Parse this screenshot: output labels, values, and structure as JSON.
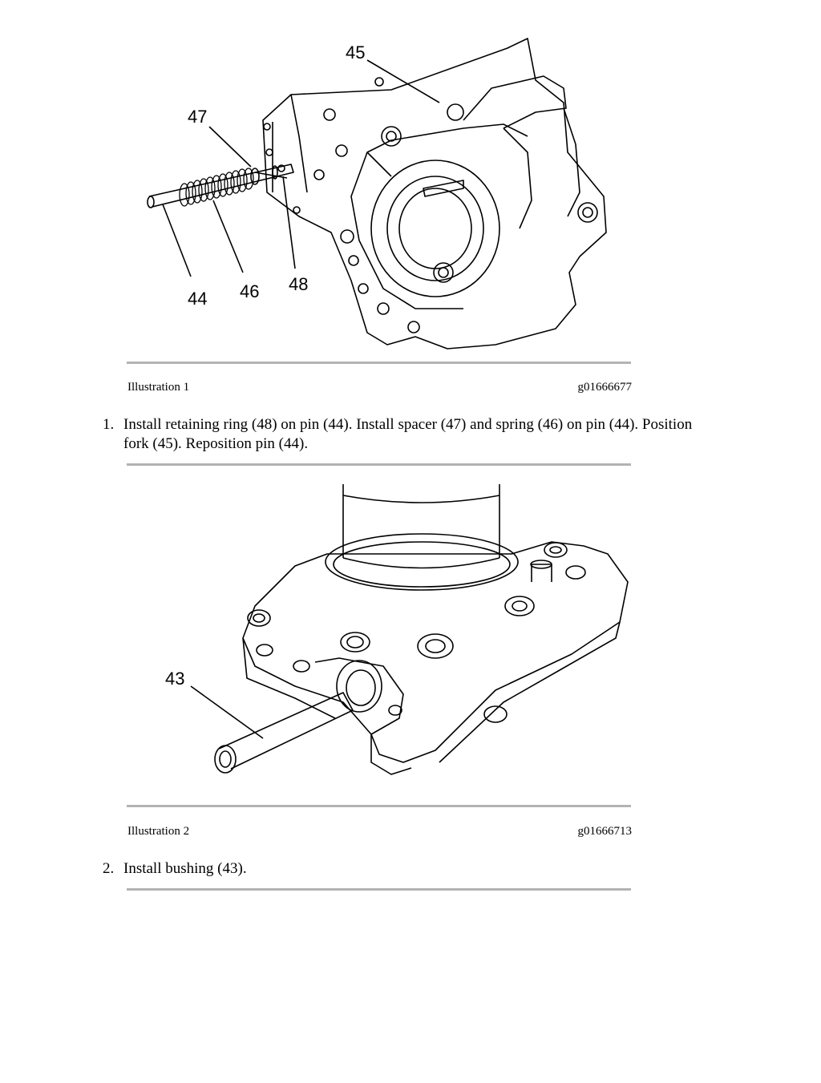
{
  "illustrations": [
    {
      "caption": "Illustration 1",
      "code": "g01666677",
      "callouts": [
        "45",
        "47",
        "44",
        "46",
        "48"
      ]
    },
    {
      "caption": "Illustration 2",
      "code": "g01666713",
      "callouts": [
        "43"
      ]
    }
  ],
  "steps": [
    {
      "number": "1.",
      "text": "Install retaining ring (48) on pin (44). Install spacer (47) and spring (46) on pin (44). Position fork (45). Reposition pin (44)."
    },
    {
      "number": "2.",
      "text": "Install bushing (43)."
    }
  ]
}
